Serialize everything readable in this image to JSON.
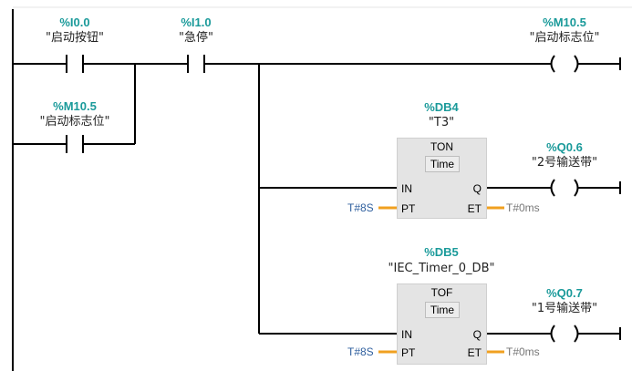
{
  "colors": {
    "wire": "#000000",
    "address": "#1a9a9a",
    "param_value": "#2f5f9e",
    "param_connector": "#f0a020",
    "box": "#e4e4e4"
  },
  "contacts": [
    {
      "address": "%I0.0",
      "symbol": "\"启动按钮\""
    },
    {
      "address": "%I1.0",
      "symbol": "\"急停\""
    },
    {
      "address": "%M10.5",
      "symbol": "\"启动标志位\""
    }
  ],
  "coils": [
    {
      "address": "%M10.5",
      "symbol": "\"启动标志位\""
    },
    {
      "address": "%Q0.6",
      "symbol": "\"2号输送带\""
    },
    {
      "address": "%Q0.7",
      "symbol": "\"1号输送带\""
    }
  ],
  "timers": [
    {
      "db_address": "%DB4",
      "db_name": "\"T3\"",
      "type": "TON",
      "subtitle": "Time",
      "in_pin": "IN",
      "pt_pin": "PT",
      "q_pin": "Q",
      "et_pin": "ET",
      "pt_value": "T#8S",
      "et_value": "T#0ms"
    },
    {
      "db_address": "%DB5",
      "db_name": "\"IEC_Timer_0_DB\"",
      "type": "TOF",
      "subtitle": "Time",
      "in_pin": "IN",
      "pt_pin": "PT",
      "q_pin": "Q",
      "et_pin": "ET",
      "pt_value": "T#8S",
      "et_value": "T#0ms"
    }
  ]
}
